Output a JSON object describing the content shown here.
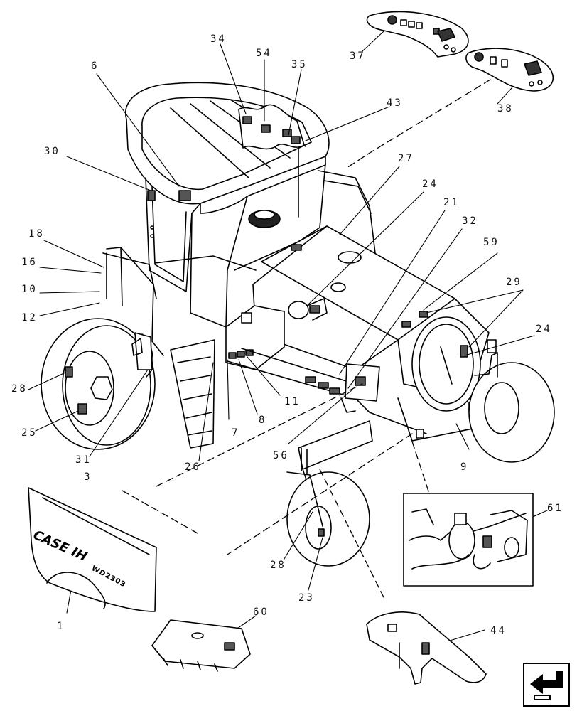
{
  "callouts": {
    "c1": "1",
    "c3": "3",
    "c6": "6",
    "c7": "7",
    "c8": "8",
    "c9": "9",
    "c10": "10",
    "c11": "11",
    "c12": "12",
    "c16": "16",
    "c18": "18",
    "c21": "21",
    "c23": "23",
    "c24a": "24",
    "c24b": "24",
    "c25": "25",
    "c26": "26",
    "c27": "27",
    "c28a": "28",
    "c28b": "28",
    "c29": "29",
    "c30": "30",
    "c31": "31",
    "c32": "32",
    "c34": "34",
    "c35": "35",
    "c37": "37",
    "c38": "38",
    "c43": "43",
    "c44": "44",
    "c54": "54",
    "c56": "56",
    "c59": "59",
    "c60": "60",
    "c61": "61"
  },
  "decal": {
    "brand": "CASE IH",
    "model": "WD2303"
  },
  "nav": {
    "icon": "return-arrow-icon"
  }
}
